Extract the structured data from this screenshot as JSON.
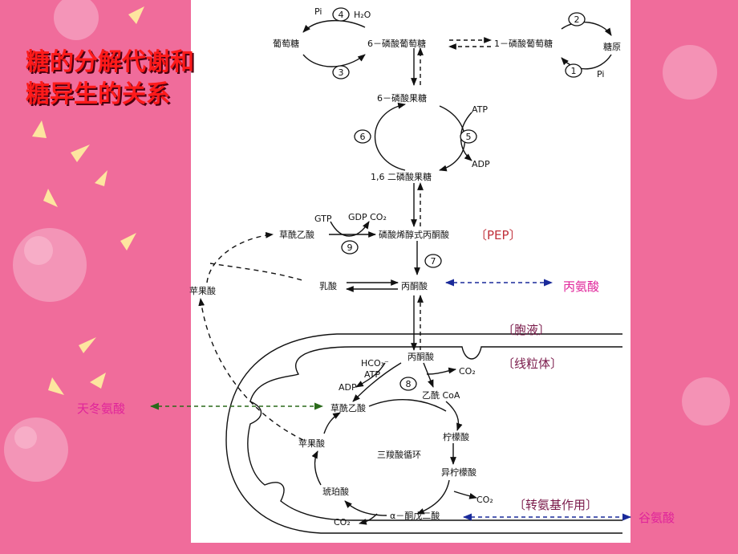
{
  "title": {
    "line1": "糖的分解代谢和",
    "line2": "糖异生的关系"
  },
  "metabolites": {
    "pi_top": "Pi",
    "h2o": "H₂O",
    "glucose": "葡萄糖",
    "g6p": "6－磷酸葡萄糖",
    "g1p": "1－磷酸葡萄糖",
    "glycogen": "糖原",
    "pi_right": "Pi",
    "f6p": "6－磷酸果糖",
    "atp1": "ATP",
    "adp1": "ADP",
    "fbp": "1,6 二磷酸果糖",
    "gtp": "GTP",
    "gdp_co2": "GDP CO₂",
    "oaa_cyto": "草酰乙酸",
    "pep": "磷酸烯醇式丙酮酸",
    "pep_tag": "〔PEP〕",
    "malate_cyto": "苹果酸",
    "lactate": "乳酸",
    "pyruvate_cyto": "丙酮酸",
    "alanine": "丙氨酸",
    "cytosol": "〔胞液〕",
    "mitochondria": "〔线粒体〕",
    "pyruvate_mito": "丙酮酸",
    "hco3": "HCO₃⁻",
    "atp2": "ATP",
    "adp2": "ADP",
    "co2_a": "CO₂",
    "acetyl_coa": "乙酰 CoA",
    "aspartate": "天冬氨酸",
    "oaa_mito": "草酰乙酸",
    "citrate": "柠檬酸",
    "malate_mito": "苹果酸",
    "tca": "三羧酸循环",
    "isocitrate": "异柠檬酸",
    "co2_b": "CO₂",
    "succinate": "琥珀酸",
    "co2_c": "CO₂",
    "akg": "α－酮戊二酸",
    "transamination": "〔转氨基作用〕",
    "glutamate": "谷氨酸"
  },
  "enzymes": {
    "e1": "1",
    "e2": "2",
    "e3": "3",
    "e4": "4",
    "e5": "5",
    "e6": "6",
    "e7": "7",
    "e8": "8",
    "e9": "9"
  },
  "colors": {
    "background": "#f06c9b",
    "title": "#ff1a1a",
    "amino_acid_label": "#e0249a",
    "compartment_label": "#7a1a4a",
    "link_blue": "#1a2a9a",
    "link_green": "#2a6a1a",
    "pep_tag": "#c0303a"
  }
}
